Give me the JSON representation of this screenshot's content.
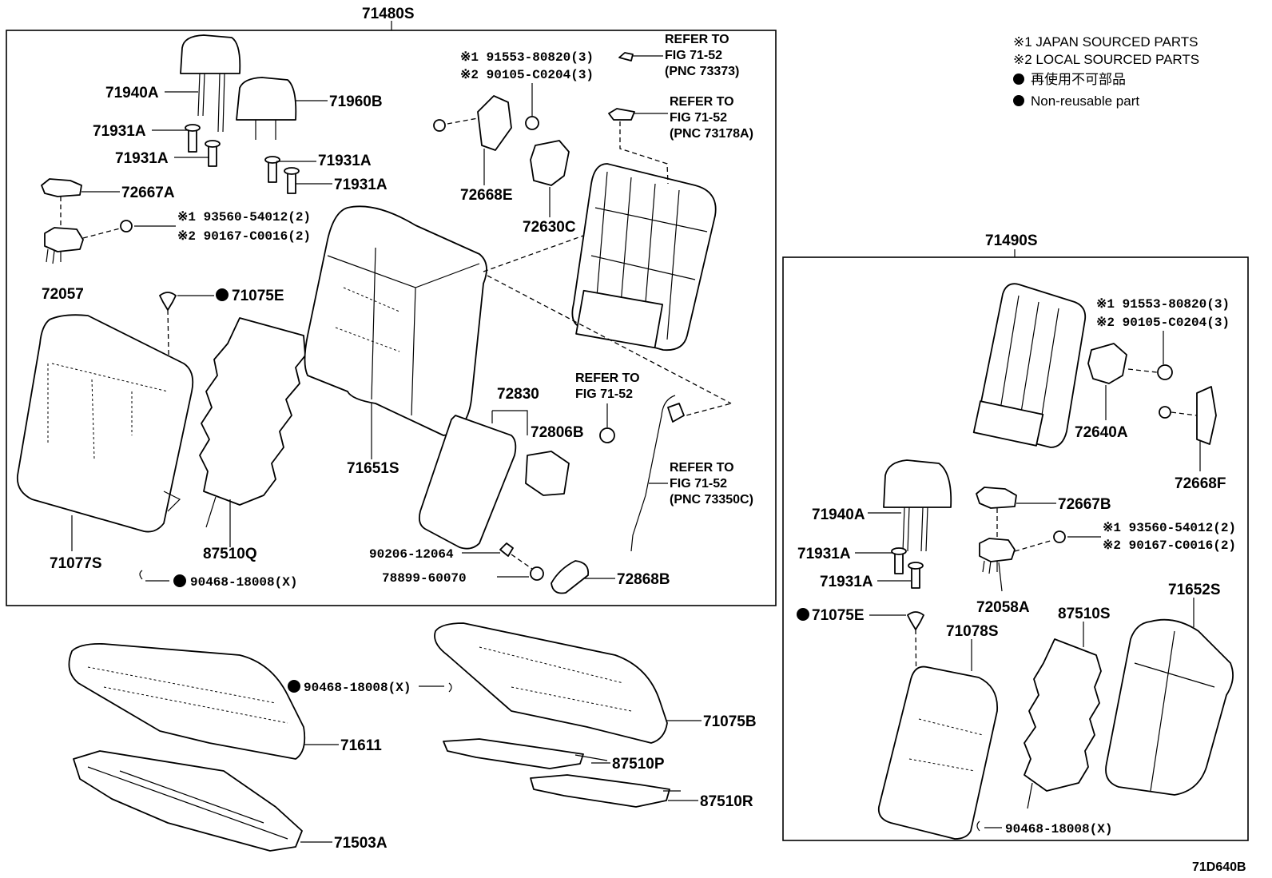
{
  "assemblies": {
    "a71480s": "71480S",
    "a71490s": "71490S"
  },
  "legend": {
    "line1": "※1 JAPAN SOURCED PARTS",
    "line2": "※2 LOCAL SOURCED PARTS",
    "line3": "再使用不可部品",
    "line4": "Non-reusable part"
  },
  "labels": {
    "p71940A_l": "71940A",
    "p71960B": "71960B",
    "p71931A_1": "71931A",
    "p71931A_2": "71931A",
    "p71931A_3": "71931A",
    "p71931A_4": "71931A",
    "p72667A": "72667A",
    "fast_l_1": "※1 93560-54012(2)",
    "fast_l_2": "※2 90167-C0016(2)",
    "p72057": "72057",
    "p71075E_l": "71075E",
    "p71077S": "71077S",
    "p87510Q": "87510Q",
    "p90468_l": "90468-18008(X)",
    "p71651S": "71651S",
    "bolt_t_1": "※1 91553-80820(3)",
    "bolt_t_2": "※2 90105-C0204(3)",
    "p72668E": "72668E",
    "p72630C": "72630C",
    "ref1_1": "REFER TO",
    "ref1_2": "FIG 71-52",
    "ref1_3": "(PNC 73373)",
    "ref2_1": "REFER TO",
    "ref2_2": "FIG 71-52",
    "ref2_3": "(PNC 73178A)",
    "ref3_1": "REFER TO",
    "ref3_2": "FIG 71-52",
    "ref4_1": "REFER TO",
    "ref4_2": "FIG 71-52",
    "ref4_3": "(PNC 73350C)",
    "p72830": "72830",
    "p72806B": "72806B",
    "p90206": "90206-12064",
    "p78899": "78899-60070",
    "p72868B": "72868B",
    "p90468_m": "90468-18008(X)",
    "p71611": "71611",
    "p71075B": "71075B",
    "p87510P": "87510P",
    "p87510R": "87510R",
    "p71503A": "71503A",
    "bolt_r_1": "※1 91553-80820(3)",
    "bolt_r_2": "※2 90105-C0204(3)",
    "p72640A": "72640A",
    "p72668F": "72668F",
    "p71940A_r": "71940A",
    "p72667B": "72667B",
    "fast_r_1": "※1 93560-54012(2)",
    "fast_r_2": "※2 90167-C0016(2)",
    "p71931A_5": "71931A",
    "p71931A_6": "71931A",
    "p72058A": "72058A",
    "p87510S": "87510S",
    "p71652S": "71652S",
    "p71075E_r": "71075E",
    "p71078S": "71078S",
    "p90468_r": "90468-18008(X)",
    "fig_id": "71D640B"
  }
}
